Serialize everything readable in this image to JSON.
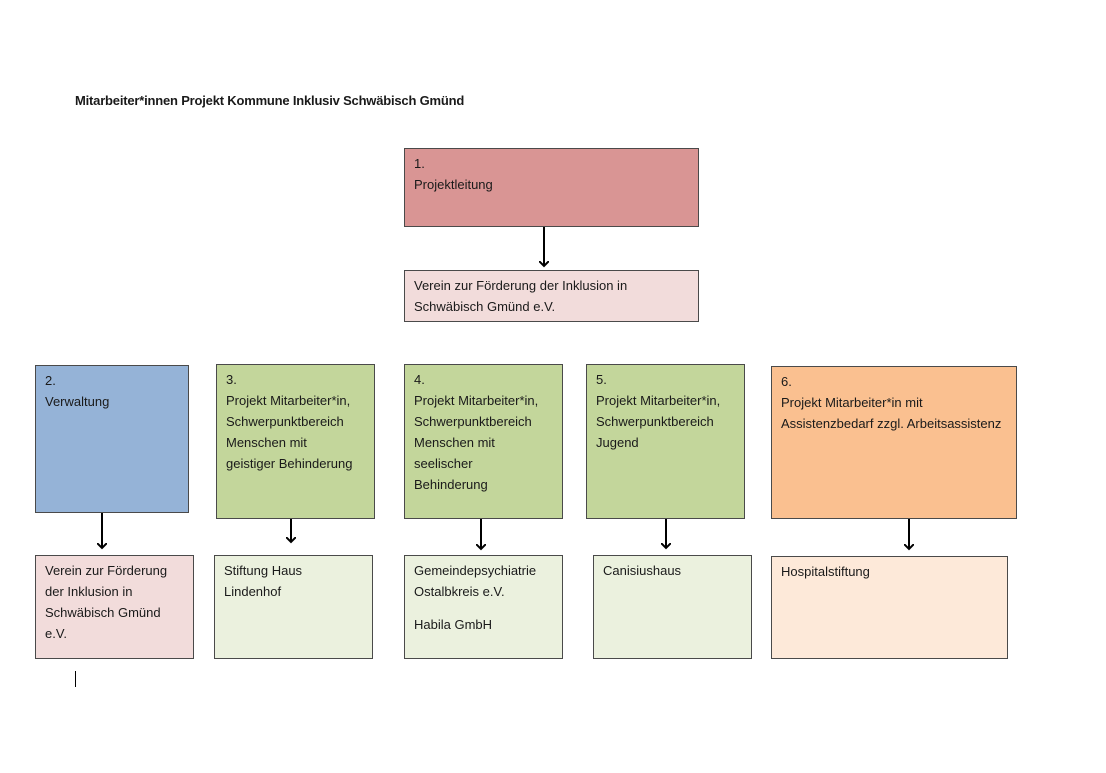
{
  "page": {
    "title": "Mitarbeiter*innen Projekt Kommune Inklusiv Schwäbisch Gmünd"
  },
  "colors": {
    "leitung": "#d99594",
    "leitung_light": "#f2dcdb",
    "verwaltung": "#95b3d7",
    "projekt_green": "#c3d69b",
    "projekt_green_light": "#ebf1de",
    "projekt_orange": "#fac090",
    "projekt_orange_light": "#fde9d9"
  },
  "top": {
    "leitung": {
      "number": "1.",
      "label": "Projektleitung"
    },
    "traeger": {
      "label": "Verein zur Förderung der Inklusion in\nSchwäbisch Gmünd e.V."
    }
  },
  "positions": [
    {
      "number": "2.",
      "label": "Verwaltung",
      "org": "Verein zur Förderung\nder Inklusion in\nSchwäbisch Gmünd\ne.V."
    },
    {
      "number": "3.",
      "label": "Projekt Mitarbeiter*in,\nSchwerpunktbereich\nMenschen mit\ngeistiger Behinderung",
      "org": "Stiftung Haus\nLindenhof"
    },
    {
      "number": "4.",
      "label": "Projekt Mitarbeiter*in,\nSchwerpunktbereich\nMenschen mit\nseelischer\nBehinderung",
      "org": "Gemeindepsychiatrie\nOstalbkreis e.V.",
      "org_extra": "Habila GmbH"
    },
    {
      "number": "5.",
      "label": "Projekt Mitarbeiter*in,\nSchwerpunktbereich\nJugend",
      "org": "Canisiushaus"
    },
    {
      "number": "6.",
      "label": "Projekt Mitarbeiter*in mit\nAssistenzbedarf zzgl. Arbeitsassistenz",
      "org": "Hospitalstiftung"
    }
  ]
}
